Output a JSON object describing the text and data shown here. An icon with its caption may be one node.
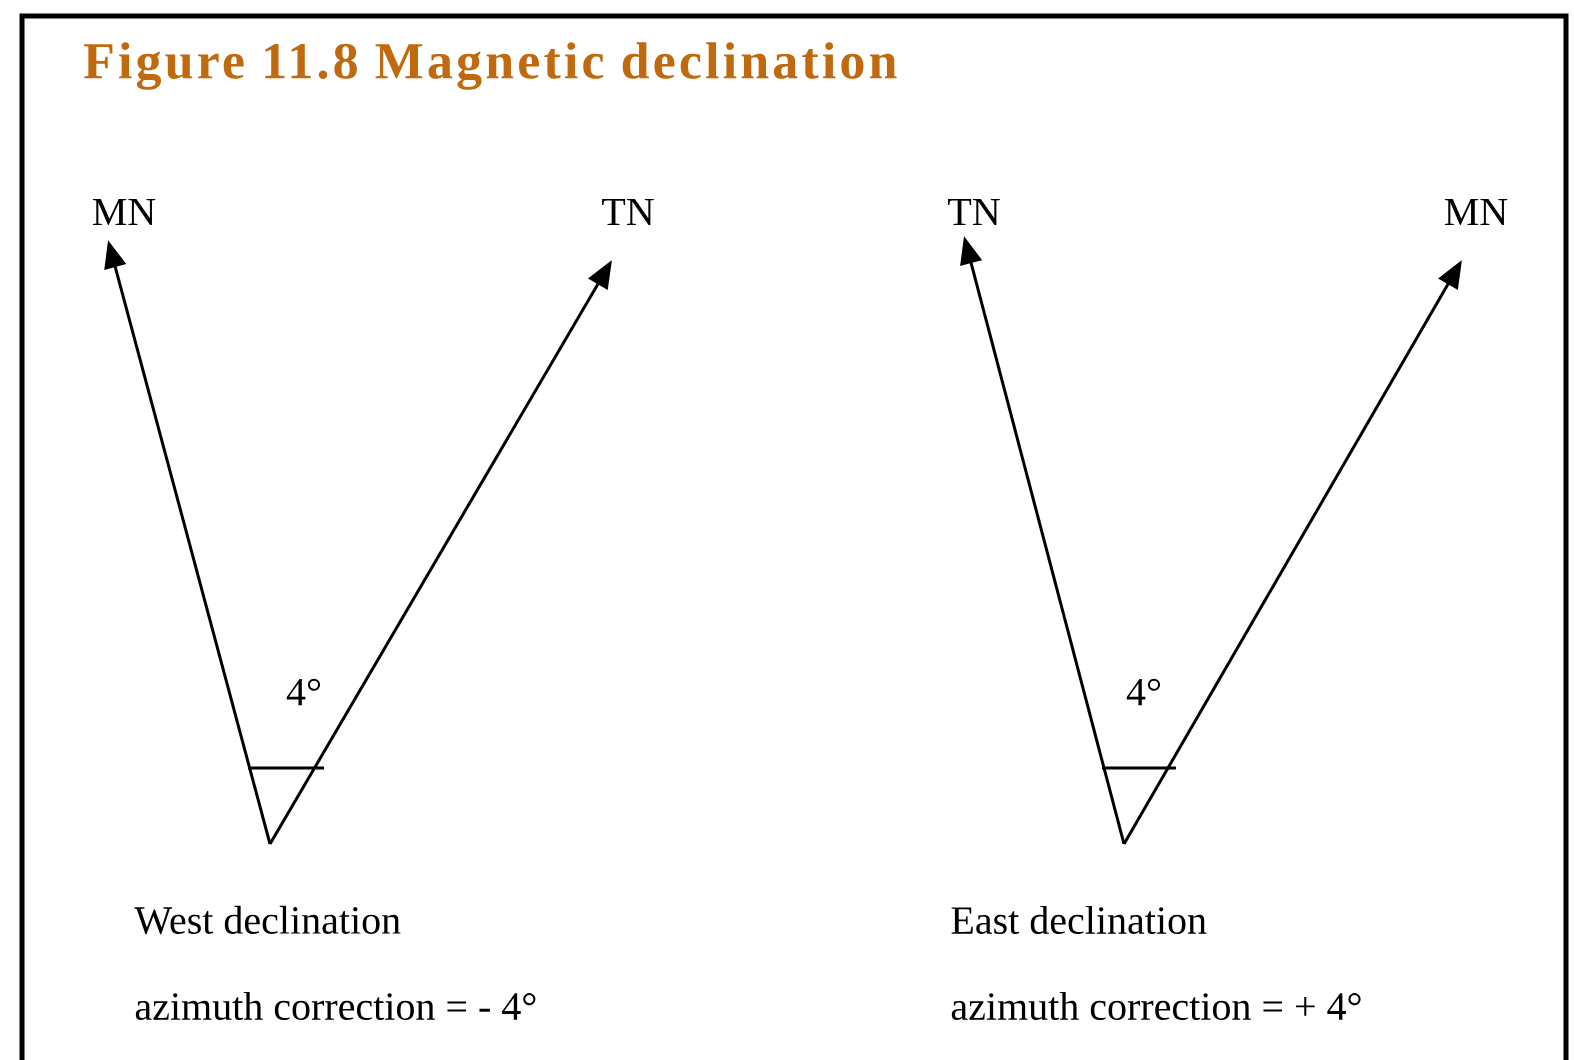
{
  "diagram": {
    "title": "Figure 11.8  Magnetic declination",
    "labels": [
      "MN",
      "TN",
      "TN",
      "MN",
      "4°",
      "4°",
      "West declination",
      "East declination",
      "azimuth correction = - 4°",
      "azimuth correction =  + 4°"
    ]
  }
}
